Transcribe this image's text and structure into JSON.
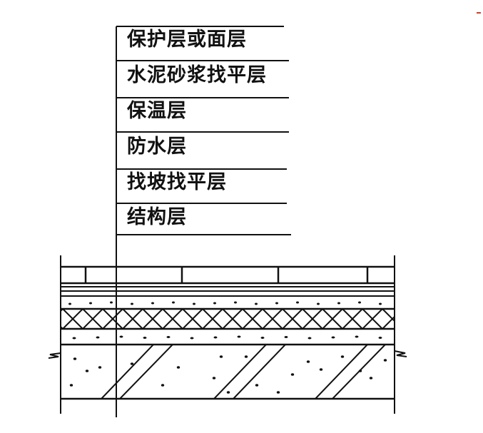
{
  "labels": [
    {
      "text": "保护层或面层"
    },
    {
      "text": "水泥砂浆找平层"
    },
    {
      "text": "保温层"
    },
    {
      "text": "防水层"
    },
    {
      "text": "找坡找平层"
    },
    {
      "text": "结构层"
    }
  ],
  "colors": {
    "ink": "#111111",
    "marker": "#d04020"
  }
}
